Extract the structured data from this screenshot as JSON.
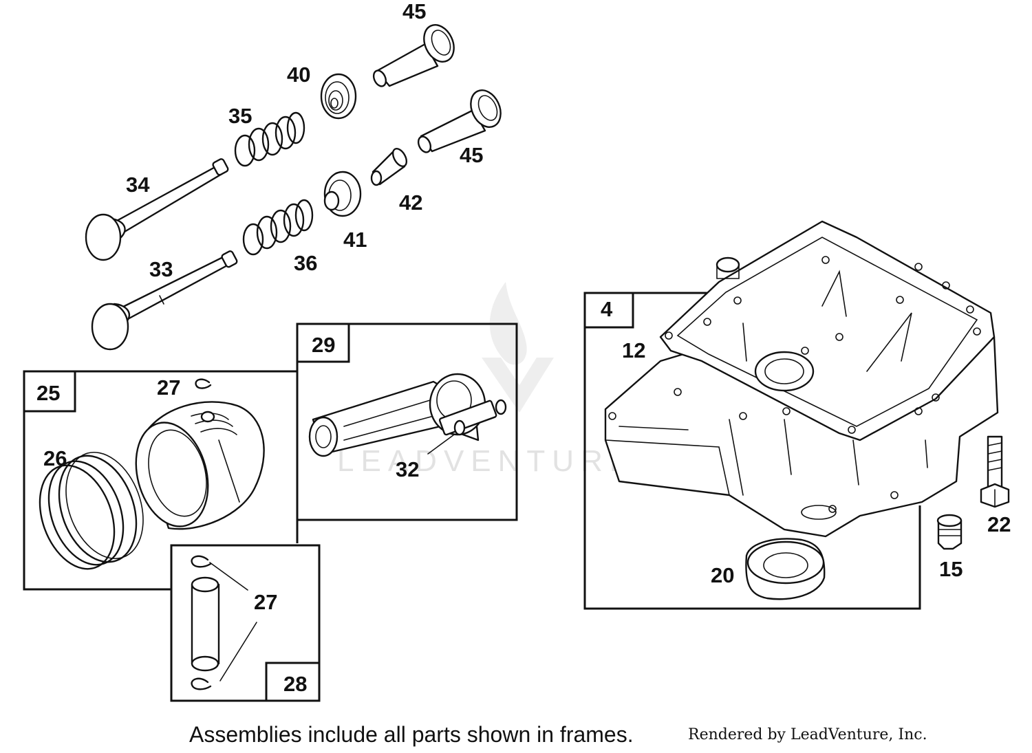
{
  "diagram": {
    "watermark": "LEADVENTURE",
    "labels": {
      "p45a": "45",
      "p45b": "45",
      "p40": "40",
      "p35": "35",
      "p34": "34",
      "p42": "42",
      "p41": "41",
      "p36": "36",
      "p33": "33",
      "p4": "4",
      "p12": "12",
      "p29": "29",
      "p32": "32",
      "p25": "25",
      "p27a": "27",
      "p26": "26",
      "p27b": "27",
      "p28": "28",
      "p22": "22",
      "p20": "20",
      "p15": "15"
    }
  },
  "footer": {
    "note": "Assemblies include all parts shown in frames.",
    "credit": "Rendered by LeadVenture, Inc."
  }
}
